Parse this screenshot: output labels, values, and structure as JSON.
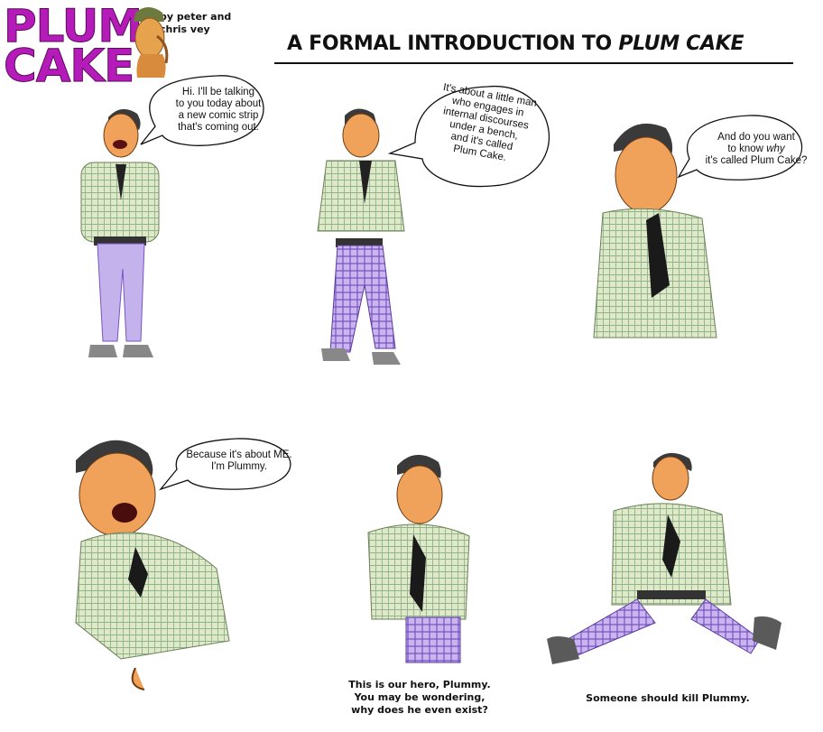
{
  "header": {
    "logo_line1": "PLUM",
    "logo_line2": "CAKE",
    "byline_line1": "by peter and",
    "byline_line2": "chris vey",
    "title_prefix": "A FORMAL INTRODUCTION TO ",
    "title_emphasis": "PLUM CAKE"
  },
  "panels": [
    {
      "bubble_lines": [
        "Hi. I'll be talking",
        "to you today about",
        "a new comic strip",
        "that's coming out."
      ]
    },
    {
      "bubble_lines": [
        "It's about a little man",
        "who engages in",
        "internal discourses",
        "under a bench,",
        "and it's called",
        "Plum Cake."
      ]
    },
    {
      "bubble_lines": [
        "And do you want",
        "to know",
        "why",
        "it's called Plum Cake?"
      ]
    },
    {
      "bubble_lines": [
        "Because it's about ME.",
        "I'm Plummy."
      ]
    },
    {
      "caption_lines": [
        "This is our hero, Plummy.",
        "You may be wondering,",
        "why does he even exist?"
      ]
    },
    {
      "caption_lines": [
        "Someone should kill Plummy."
      ]
    }
  ],
  "colors": {
    "logo": "#b51bb8",
    "pants": "#8d6cc9",
    "shirt": "#c9dcae",
    "skin": "#f0a25a",
    "hair": "#3a3a3a"
  }
}
